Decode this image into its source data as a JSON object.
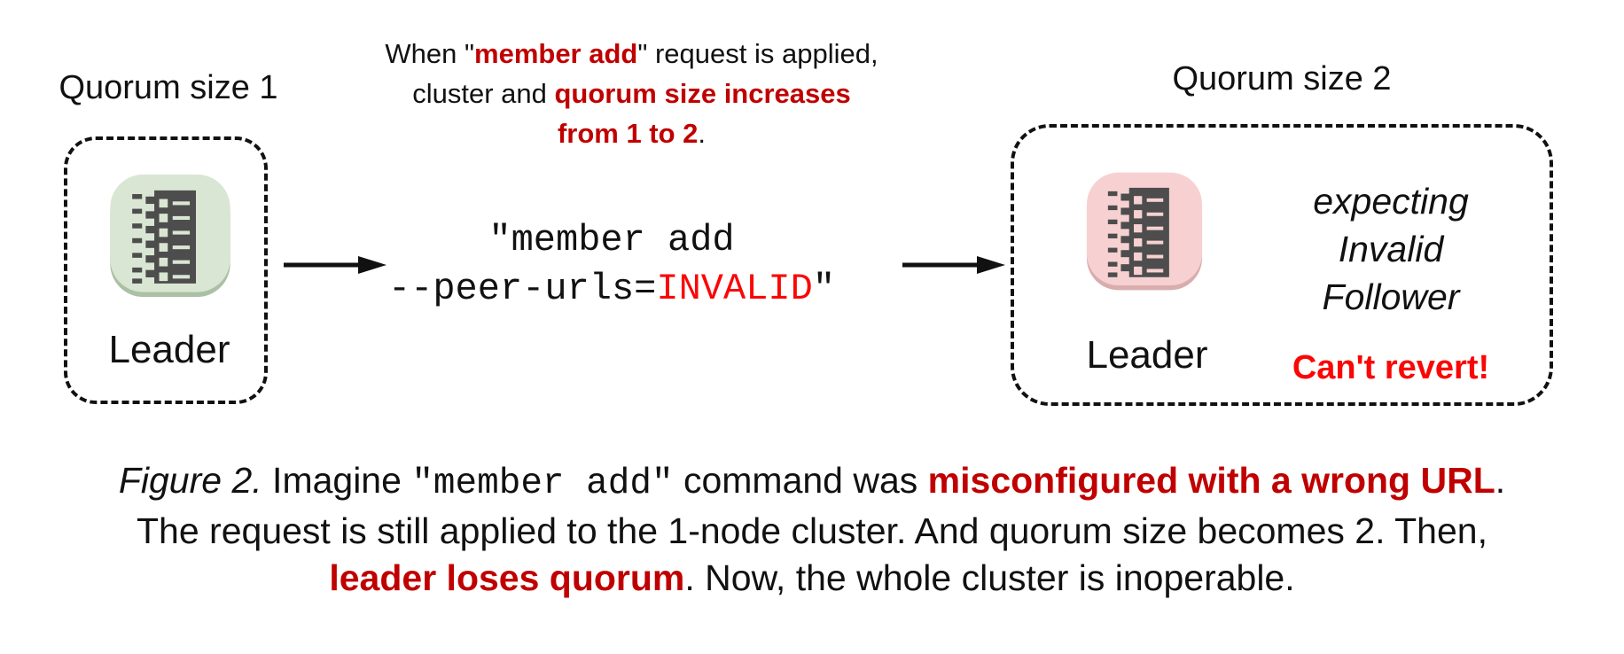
{
  "colors": {
    "dark_red": "#c00000",
    "bright_red": "#fb0606",
    "green_node": "#d9e6d3",
    "green_node_edge": "#abc0a4",
    "pink_node": "#f7d1d1",
    "pink_node_edge": "#d9adad",
    "icon_ink": "#4d4d4d"
  },
  "diagram": {
    "left_cluster": {
      "title": "Quorum size 1",
      "node_label": "Leader",
      "icon": "server-icon"
    },
    "annotation": {
      "lines": [
        [
          {
            "t": "When \""
          },
          {
            "t": "member add",
            "c": "red"
          },
          {
            "t": "\" request is applied,"
          }
        ],
        [
          {
            "t": "cluster and "
          },
          {
            "t": "quorum size increases",
            "c": "red"
          }
        ],
        [
          {
            "t": "from 1 to 2",
            "c": "red"
          },
          {
            "t": "."
          }
        ]
      ]
    },
    "command": {
      "lines": [
        [
          {
            "t": "\"member add"
          }
        ],
        [
          {
            "t": "--peer-urls="
          },
          {
            "t": "INVALID",
            "c": "bright"
          },
          {
            "t": "\""
          }
        ]
      ]
    },
    "right_cluster": {
      "title": "Quorum size 2",
      "node_label": "Leader",
      "icon": "server-icon",
      "expecting_lines": [
        "expecting",
        "Invalid",
        "Follower"
      ],
      "warning": "Can't revert!"
    }
  },
  "caption": {
    "lines": [
      [
        {
          "t": "Figure 2.",
          "c": "it"
        },
        {
          "t": " Imagine "
        },
        {
          "t": "\"member add\"",
          "c": "mono"
        },
        {
          "t": " command was "
        },
        {
          "t": "misconfigured with a wrong URL",
          "c": "red"
        },
        {
          "t": "."
        }
      ],
      [
        {
          "t": "The request is still applied to the 1-node cluster. And quorum size becomes 2. Then,"
        }
      ],
      [
        {
          "t": "leader loses quorum",
          "c": "red"
        },
        {
          "t": ". Now, the whole cluster is inoperable."
        }
      ]
    ]
  }
}
